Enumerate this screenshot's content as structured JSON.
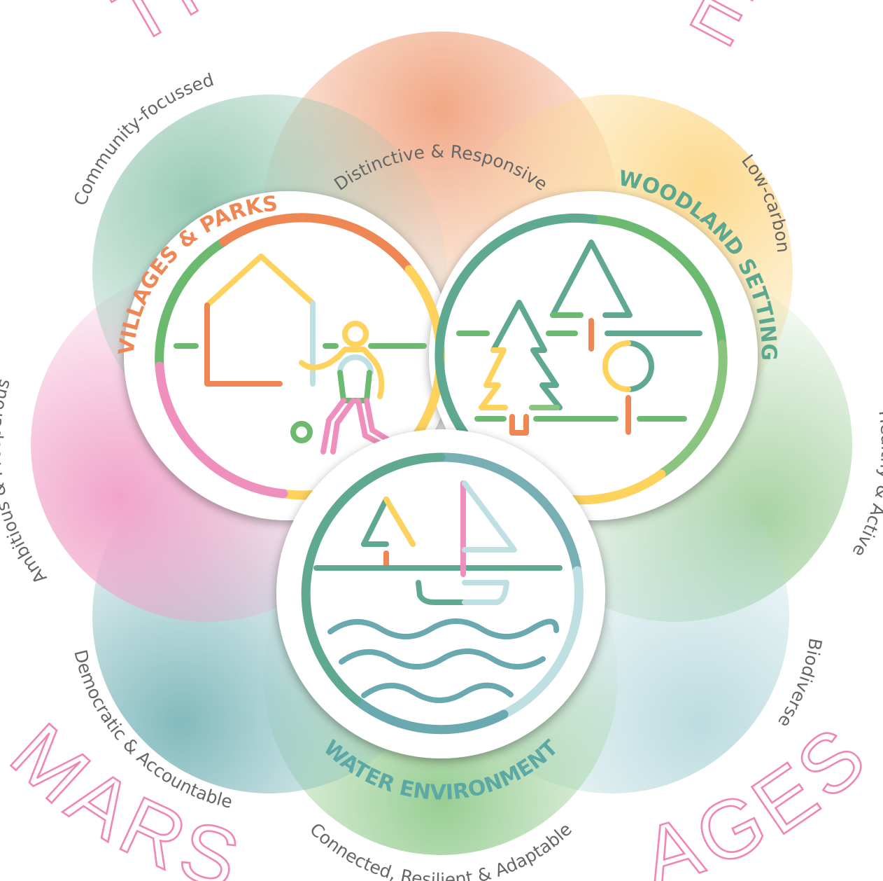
{
  "title_top_left": "TH",
  "title_top_right": "E",
  "title_bottom_left": "MARS",
  "title_bottom_right": "AGES",
  "petals": [
    {
      "label": "Distinctive & Responsive",
      "color": "#f0a882"
    },
    {
      "label": "Low-carbon",
      "color": "#fbd88a"
    },
    {
      "label": "Healthy & Active",
      "color": "#a9d3a3"
    },
    {
      "label": "Biodiverse",
      "color": "#b8dadd"
    },
    {
      "label": "Connected, Resilient & Adaptable",
      "color": "#9fd09a"
    },
    {
      "label": "Democratic & Accountable",
      "color": "#86bcc0"
    },
    {
      "label": "Ambitious & Prosperous",
      "color": "#f2a3c8"
    },
    {
      "label": "Community-focussed",
      "color": "#99ccb8"
    }
  ],
  "hubs": [
    {
      "label": "VILLAGES & PARKS",
      "color": "#ef8755"
    },
    {
      "label": "WOODLAND SETTING",
      "color": "#5ba88f"
    },
    {
      "label": "WATER ENVIRONMENT",
      "color": "#5ba8a5"
    }
  ],
  "palette": {
    "orange": "#ef8755",
    "yellow": "#fdd25d",
    "green": "#6cba70",
    "teal": "#5fa892",
    "pink": "#ef8fbd",
    "lightblue": "#bfe0e3",
    "wave": "#6aa9b0"
  }
}
